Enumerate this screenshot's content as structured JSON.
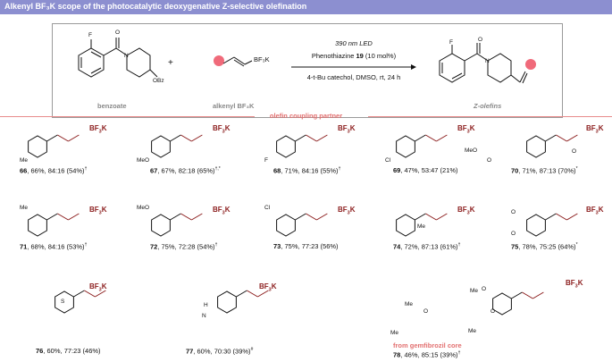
{
  "header": {
    "title": "Alkenyl BF₃K scope of the photocatalytic deoxygenative Z-selective olefination"
  },
  "scheme": {
    "reactant_atoms": {
      "f": "F",
      "o": "O",
      "n": "N",
      "obz": "OBz"
    },
    "reagent_label": "BF₃K",
    "plus": "+",
    "condition_line1": "390 nm LED",
    "condition_line2_pre": "Phenothiazine ",
    "condition_line2_num": "19",
    "condition_line2_post": " (10 mol%)",
    "condition_line3": "4-t-Bu catechol, DMSO, rt, 24 h",
    "label_reactant": "benzoate",
    "label_reagent": "alkenyl BF₃K",
    "label_product": "Z-olefins"
  },
  "section": {
    "title": "olefin coupling partner",
    "core_label": "from gemfibrozil core"
  },
  "bf3k": "BF₃K",
  "entries": [
    {
      "num": "66",
      "rest": ", 66%, 84:16 (54%)",
      "sup": "†",
      "sub": "Me"
    },
    {
      "num": "67",
      "rest": ", 67%, 82:18 (65%)",
      "sup": "†,*",
      "sub": "MeO"
    },
    {
      "num": "68",
      "rest": ", 71%, 84:16 (55%)",
      "sup": "†",
      "sub": "F"
    },
    {
      "num": "69",
      "rest": ", 47%, 53:47 (21%)",
      "sup": "",
      "sub": "Cl"
    },
    {
      "num": "70",
      "rest": ", 71%, 87:13 (70%)",
      "sup": "*",
      "sub": "MeO"
    },
    {
      "num": "71",
      "rest": ", 68%, 84:16 (53%)",
      "sup": "†",
      "sub": "Me"
    },
    {
      "num": "72",
      "rest": ", 75%, 72:28 (54%)",
      "sup": "†",
      "sub": "MeO"
    },
    {
      "num": "73",
      "rest": ", 75%, 77:23 (56%)",
      "sup": "",
      "sub": "Cl"
    },
    {
      "num": "74",
      "rest": ", 72%, 87:13 (61%)",
      "sup": "†",
      "sub": "Me"
    },
    {
      "num": "75",
      "rest": ", 78%, 75:25 (64%)",
      "sup": "*",
      "sub": "O"
    },
    {
      "num": "76",
      "rest": ", 60%, 77:23 (46%)",
      "sup": "",
      "sub": "S"
    },
    {
      "num": "77",
      "rest": ", 60%, 70:30 (39%)",
      "sup": "#",
      "sub": "H"
    },
    {
      "num": "78",
      "rest": ", 46%, 85:15 (39%)",
      "sup": "†",
      "sub": "Me"
    }
  ],
  "extra_atoms": {
    "o70": "O",
    "n77": "N",
    "o75b": "O",
    "me78a": "Me",
    "me78b": "Me",
    "me78c": "Me",
    "o78a": "O",
    "o78b": "O",
    "o78c": "O",
    "o70c": "O"
  },
  "colors": {
    "banner": "#8c8fd0",
    "accent": "#e26f6f",
    "bf3k": "#8b1c1c",
    "reagent_dot": "#f06a7a"
  }
}
